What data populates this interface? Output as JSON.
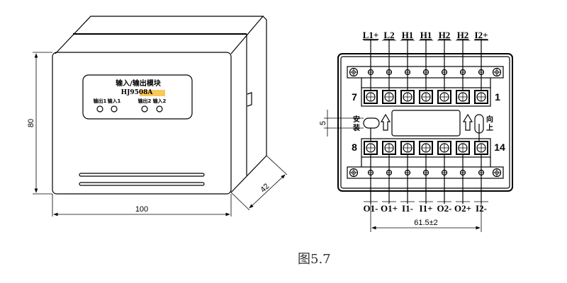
{
  "figure_caption": "图5.7",
  "front_view": {
    "panel_title": "输入/输出模块",
    "model": "HJ9508A",
    "highlight_color": "#f7c95a",
    "indicators": [
      "输出1",
      "输入1",
      "输出2",
      "输入2"
    ],
    "dim_height": "80",
    "dim_width": "100",
    "dim_depth": "42"
  },
  "terminal_view": {
    "top_labels": [
      "L1+",
      "L2",
      "H1",
      "H1",
      "H2",
      "H2",
      "I2+"
    ],
    "bottom_labels": [
      "O1-",
      "O1+",
      "I1-",
      "I1+",
      "O2-",
      "O2+",
      "I2-"
    ],
    "top_left_number": "7",
    "top_right_number": "1",
    "bottom_left_number": "8",
    "bottom_right_number": "14",
    "mount_label_1": "安",
    "mount_label_2": "装",
    "up_label_1": "向",
    "up_label_2": "上",
    "dim_slot": "5",
    "dim_spacing": "61.5±2"
  }
}
